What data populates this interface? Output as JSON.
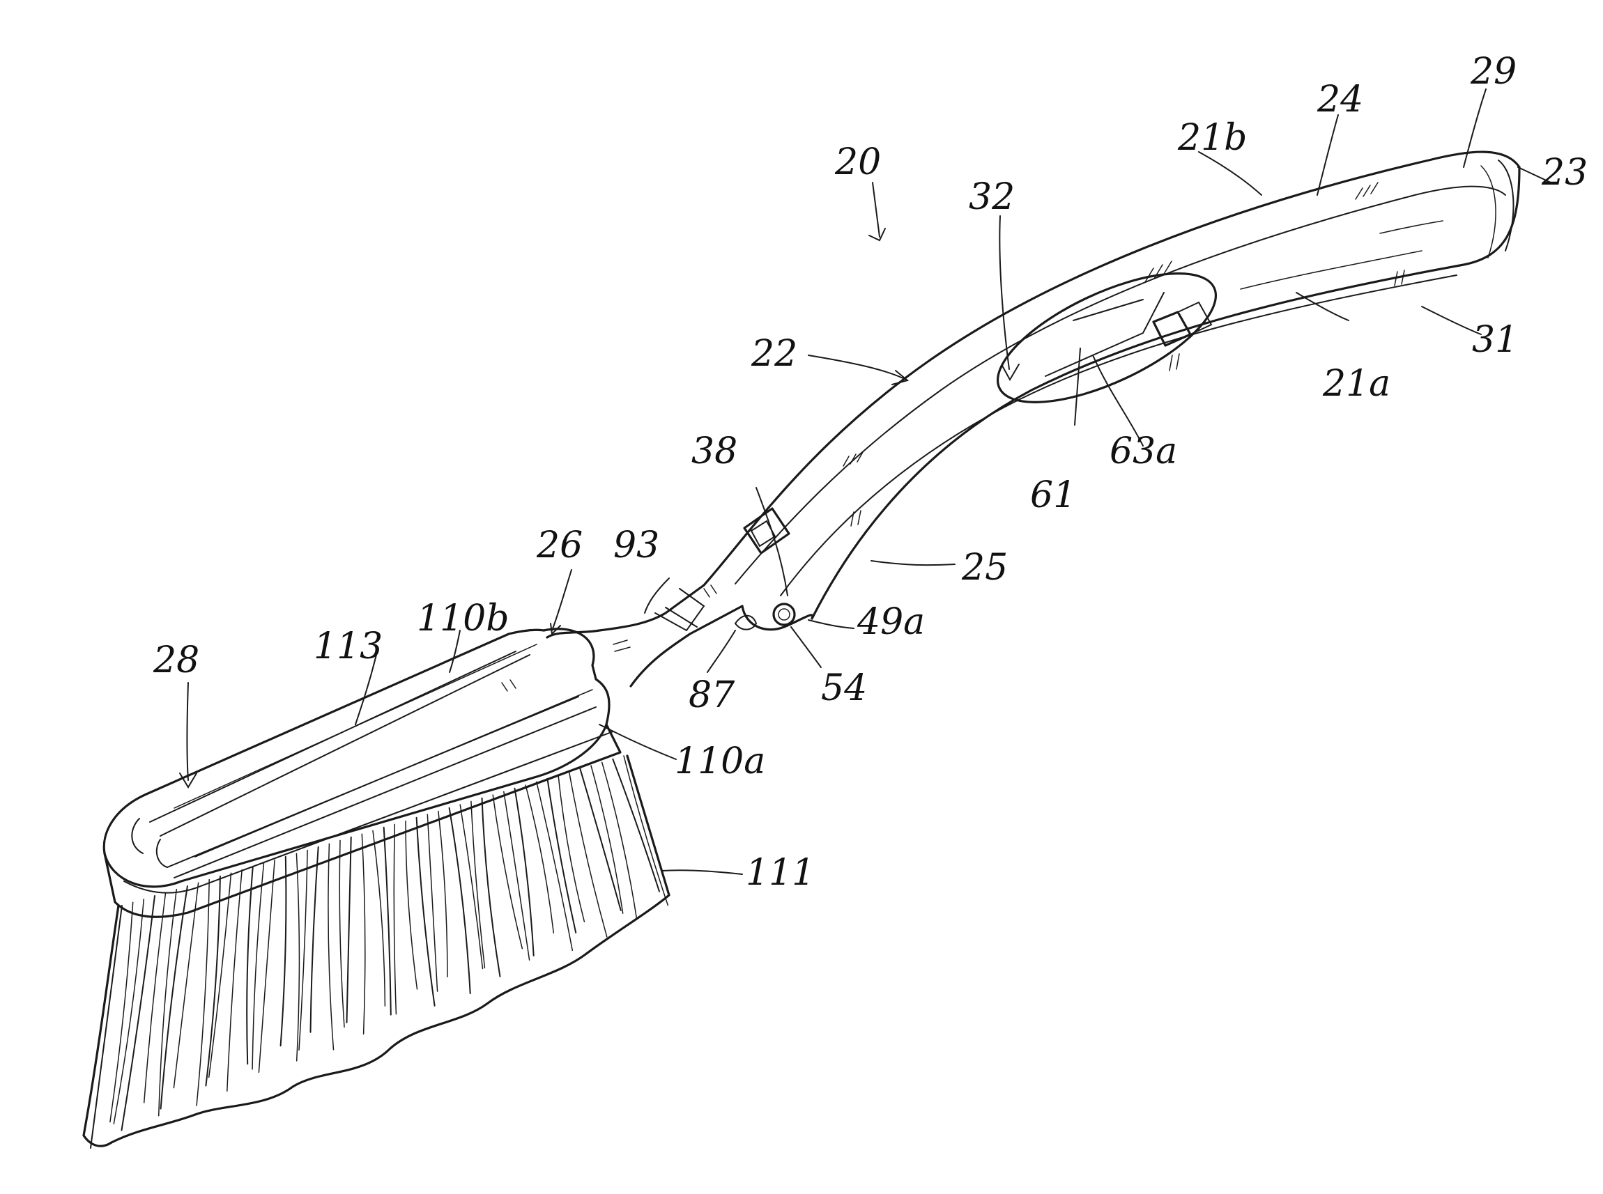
{
  "figure": {
    "labels": {
      "brush": "20",
      "handle": "22",
      "grip_top": "24",
      "neck_junction": "25",
      "neck": "26",
      "side_a": "21a",
      "side_b": "21b",
      "handle_end": "29",
      "end_face": "23",
      "end_edge": "31",
      "window": "32",
      "slot": "38",
      "element_61": "61",
      "element_63a": "63a",
      "neck_mark": "93",
      "head": "28",
      "head_top": "113",
      "head_rail_b": "110b",
      "head_rail_a": "110a",
      "bristles": "111",
      "pivot": "54",
      "pivot_ring": "49a",
      "latch": "87"
    }
  }
}
